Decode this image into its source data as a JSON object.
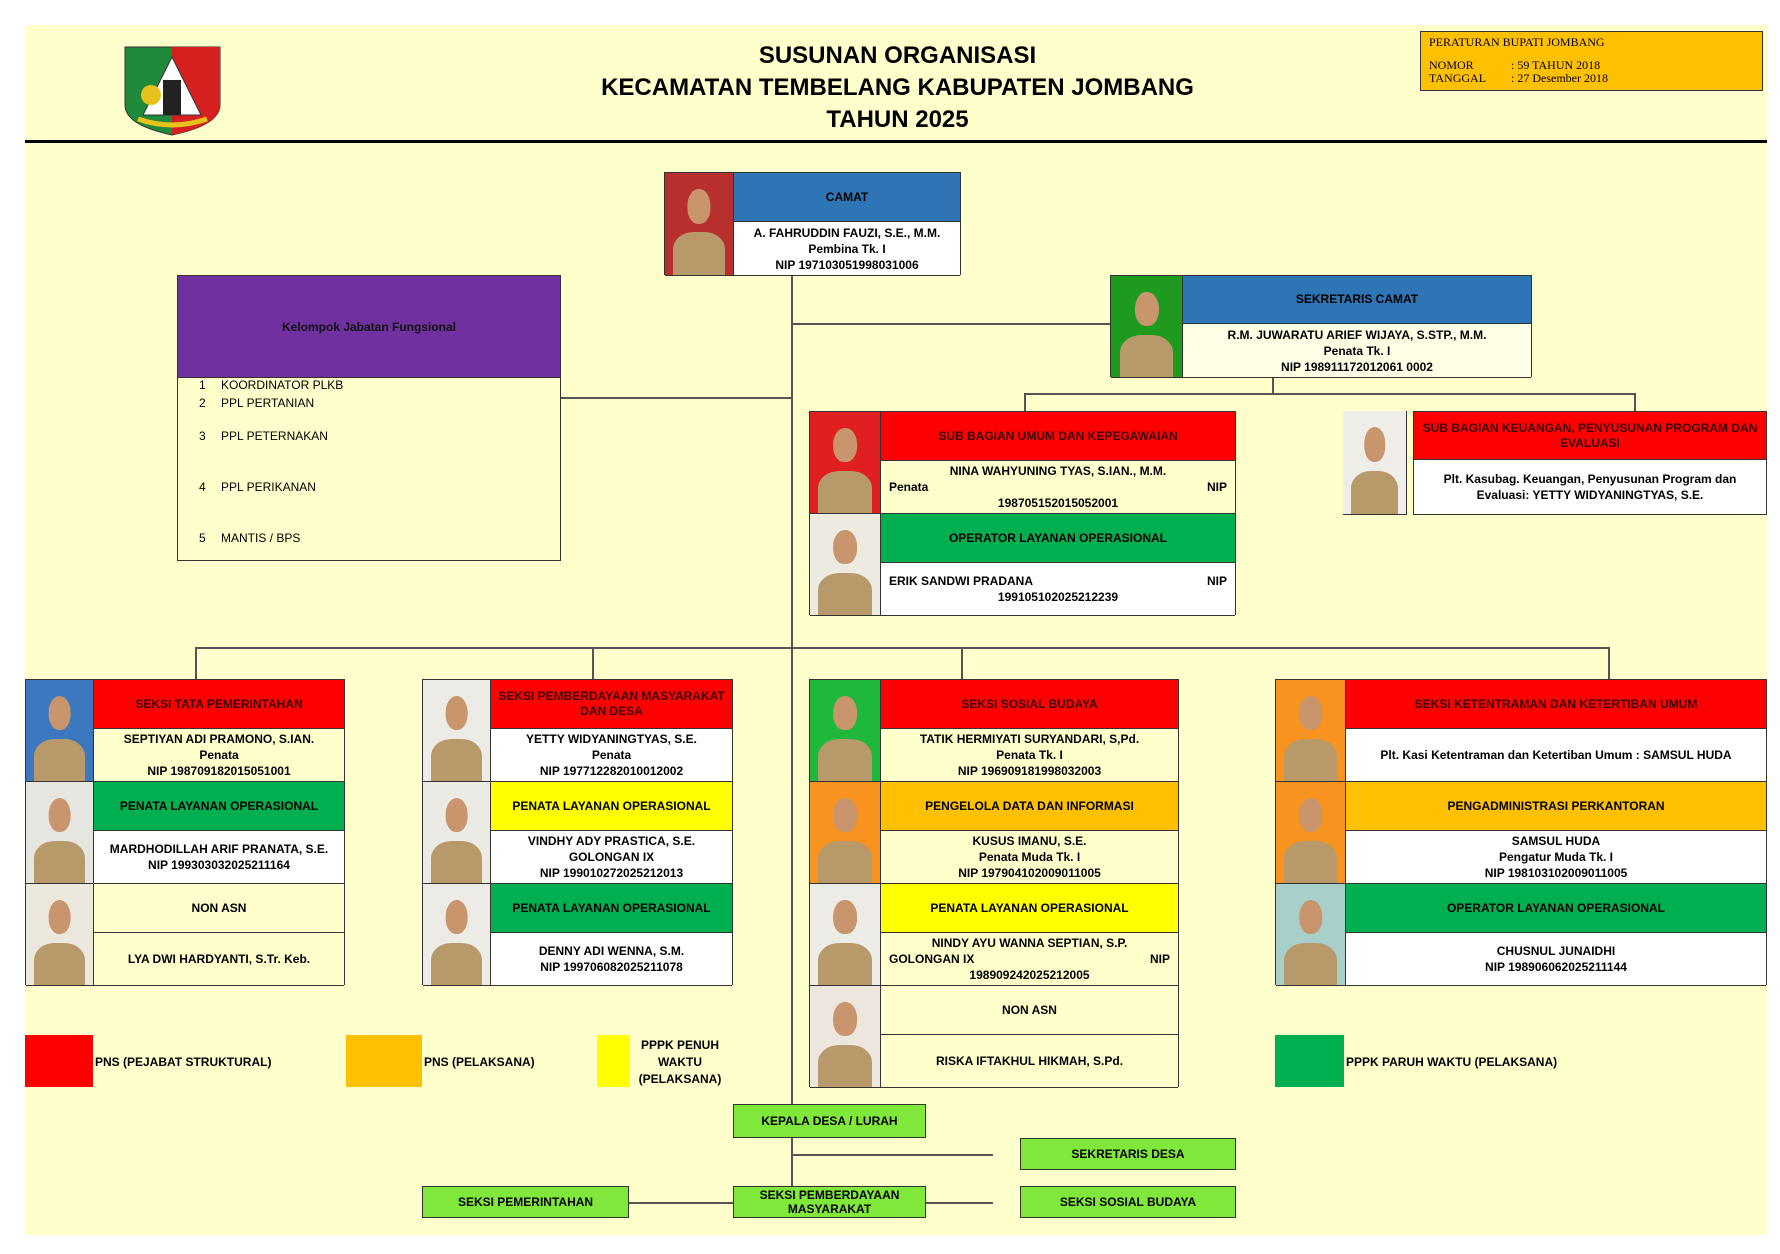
{
  "header": {
    "title_lines": [
      "SUSUNAN ORGANISASI",
      "KECAMATAN TEMBELANG KABUPATEN JOMBANG",
      "TAHUN 2025"
    ],
    "regulation": {
      "title": "PERATURAN BUPATI JOMBANG",
      "nomor_label": "NOMOR",
      "nomor_value": ":  59 TAHUN 2018",
      "tanggal_label": "TANGGAL",
      "tanggal_value": ":  27 Desember 2018"
    }
  },
  "fungsional": {
    "title": "Kelompok Jabatan Fungsional",
    "items": [
      {
        "no": "1",
        "label": "KOORDINATOR PLKB"
      },
      {
        "no": "2",
        "label": "PPL PERTANIAN"
      },
      {
        "no": "3",
        "label": "PPL PETERNAKAN"
      },
      {
        "no": "4",
        "label": "PPL PERIKANAN"
      },
      {
        "no": "5",
        "label": "MANTIS / BPS"
      }
    ]
  },
  "units": {
    "camat": {
      "rows": [
        {
          "title": "CAMAT",
          "hdr": "#2E75B6",
          "body": "#FFFFFF",
          "photo": "#B8302E",
          "lines": [
            "A. FAHRUDDIN FAUZI, S.E., M.M.",
            "Pembina Tk. I",
            "NIP 197103051998031006"
          ]
        }
      ]
    },
    "sekcam": {
      "rows": [
        {
          "title": "SEKRETARIS CAMAT",
          "hdr": "#2E75B6",
          "body": "#FFFFE6",
          "photo": "#1E9A1E",
          "lines": [
            "R.M. JUWARATU ARIEF WIJAYA, S.STP., M.M.",
            "Penata Tk. I",
            "NIP 198911172012061 0002"
          ]
        }
      ]
    },
    "umum": {
      "rows": [
        {
          "title": "SUB BAGIAN UMUM DAN KEPEGAWAIAN",
          "hdr": "#FF0000",
          "body": "#FFFFCC",
          "photo": "#E02020",
          "lines": [
            "NINA WAHYUNING TYAS, S.IAN., M.M.",
            {
              "left": "Penata",
              "right": "NIP"
            },
            "198705152015052001"
          ]
        },
        {
          "title": "OPERATOR LAYANAN OPERASIONAL",
          "hdr": "#00B050",
          "body": "#FFFFFF",
          "photo": "#EDEAE2",
          "lines": [
            {
              "left": "ERIK SANDWI PRADANA",
              "right": "NIP"
            },
            "199105102025212239"
          ]
        }
      ]
    },
    "keuangan": {
      "rows": [
        {
          "title": "SUB BAGIAN  KEUANGAN, PENYUSUNAN PROGRAM DAN EVALUASI",
          "hdr": "#FF0000",
          "body": "#FFFFFF",
          "photo": "#EFEDE8",
          "lines": [
            "Plt. Kasubag. Keuangan, Penyusunan Program dan Evaluasi: YETTY WIDYANINGTYAS, S.E."
          ]
        }
      ]
    },
    "col1": {
      "rows": [
        {
          "title": "SEKSI TATA PEMERINTAHAN",
          "hdr": "#FF0000",
          "body": "#FFFFCC",
          "photo": "#3B78C0",
          "lines": [
            "SEPTIYAN ADI PRAMONO, S.IAN.",
            "Penata",
            "NIP 198709182015051001"
          ]
        },
        {
          "title": "PENATA LAYANAN OPERASIONAL",
          "hdr": "#00B050",
          "body": "#FFFFFF",
          "photo": "#E6E6E0",
          "lines": [
            "MARDHODILLAH ARIF PRANATA, S.E.",
            "NIP 199303032025211164"
          ]
        },
        {
          "title": "NON ASN",
          "hdr": "#FFFFCC",
          "body": "#FFFFCC",
          "photo": "#ECE8DE",
          "lines": [
            "LYA DWI HARDYANTI, S.Tr. Keb."
          ]
        }
      ]
    },
    "col2": {
      "rows": [
        {
          "title": "SEKSI PEMBERDAYAAN MASYARAKAT DAN DESA",
          "hdr": "#FF0000",
          "body": "#FFFFFF",
          "photo": "#EDEBE6",
          "lines": [
            "YETTY WIDYANINGTYAS, S.E.",
            "Penata",
            "NIP 197712282010012002"
          ]
        },
        {
          "title": "PENATA LAYANAN OPERASIONAL",
          "hdr": "#FFFF00",
          "body": "#FFFFFF",
          "photo": "#ECEAE4",
          "lines": [
            "VINDHY ADY PRASTICA, S.E.",
            "GOLONGAN IX",
            "NIP 199010272025212013"
          ]
        },
        {
          "title": "PENATA LAYANAN OPERASIONAL",
          "hdr": "#00B050",
          "body": "#FFFFFF",
          "photo": "#EDEBE6",
          "lines": [
            "DENNY ADI WENNA, S.M.",
            "NIP 199706082025211078"
          ]
        }
      ]
    },
    "col3": {
      "rows": [
        {
          "title": "SEKSI SOSIAL  BUDAYA",
          "hdr": "#FF0000",
          "body": "#FFFFCC",
          "photo": "#1FB83A",
          "lines": [
            "TATIK HERMIYATI SURYANDARI, S,Pd.",
            "Penata Tk. I",
            "NIP 196909181998032003"
          ]
        },
        {
          "title": "PENGELOLA DATA DAN INFORMASI",
          "hdr": "#FFC000",
          "body": "#FFFFCC",
          "photo": "#F7931E",
          "lines": [
            "KUSUS IMANU, S.E.",
            "Penata Muda Tk. I",
            "NIP 197904102009011005"
          ]
        },
        {
          "title": "PENATA LAYANAN OPERASIONAL",
          "hdr": "#FFFF00",
          "body": "#FFFFCC",
          "photo": "#EDEBE6",
          "lines": [
            "NINDY AYU WANNA SEPTIAN, S.P.",
            {
              "left": "GOLONGAN IX",
              "right": "NIP"
            },
            "198909242025212005"
          ]
        },
        {
          "title": "NON ASN",
          "hdr": "#FFFFCC",
          "body": "#FFFFCC",
          "photo": "#EDE6DE",
          "lines": [
            "RISKA IFTAKHUL HIKMAH, S.Pd."
          ]
        }
      ]
    },
    "col4": {
      "rows": [
        {
          "title": "SEKSI KETENTRAMAN DAN KETERTIBAN UMUM",
          "hdr": "#FF0000",
          "body": "#FFFFFF",
          "photo": "#F7931E",
          "lines": [
            "Plt. Kasi Ketentraman dan Ketertiban Umum : SAMSUL HUDA"
          ]
        },
        {
          "title": "PENGADMINISTRASI PERKANTORAN",
          "hdr": "#FFC000",
          "body": "#FFFFFF",
          "photo": "#F7931E",
          "lines": [
            "SAMSUL HUDA",
            "Pengatur Muda Tk. I",
            "NIP 198103102009011005"
          ]
        },
        {
          "title": "OPERATOR LAYANAN OPERASIONAL",
          "hdr": "#00B050",
          "body": "#FFFFFF",
          "photo": "#A9CFCB",
          "lines": [
            "CHUSNUL JUNAIDHI",
            "NIP 198906062025211144"
          ]
        }
      ]
    }
  },
  "legend": [
    {
      "label": "PNS (PEJABAT STRUKTURAL)",
      "color": "#FF0000"
    },
    {
      "label": "PNS (PELAKSANA)",
      "color": "#FFC000"
    },
    {
      "label": "PPPK PENUH WAKTU (PELAKSANA)",
      "color": "#FFFF00"
    },
    {
      "label": "PPPK PARUH WAKTU (PELAKSANA)",
      "color": "#00B050"
    }
  ],
  "desa": {
    "kepala": "KEPALA DESA / LURAH",
    "sekretaris": "SEKRETARIS DESA",
    "pemerintahan": "SEKSI PEMERINTAHAN",
    "pemberdayaan": "SEKSI PEMBERDAYAAN MASYARAKAT",
    "sosial": "SEKSI SOSIAL BUDAYA"
  }
}
